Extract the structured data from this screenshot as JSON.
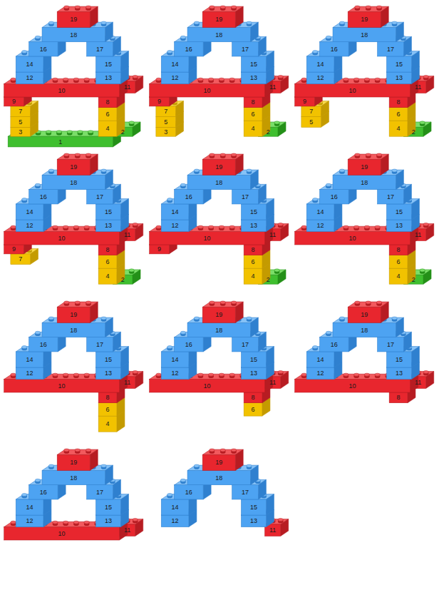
{
  "diagram": {
    "labels": [
      "19",
      "18",
      "16",
      "17",
      "14",
      "15",
      "12",
      "13",
      "10",
      "11",
      "9",
      "8",
      "7",
      "6",
      "5",
      "4",
      "3",
      "2",
      "1",
      "19",
      "18",
      "16",
      "17",
      "14",
      "15",
      "12",
      "13",
      "10",
      "11",
      "9",
      "8",
      "7",
      "6",
      "5",
      "4",
      "3",
      "2",
      "19",
      "18",
      "16",
      "17",
      "14",
      "15",
      "12",
      "13",
      "10",
      "11",
      "9",
      "8",
      "7",
      "6",
      "5",
      "4",
      "2",
      "19",
      "18",
      "16",
      "17",
      "14",
      "15",
      "12",
      "13",
      "10",
      "11",
      "9",
      "8",
      "7",
      "6",
      "4",
      "2",
      "19",
      "18",
      "16",
      "17",
      "14",
      "15",
      "12",
      "13",
      "10",
      "11",
      "9",
      "8",
      "6",
      "4",
      "2",
      "19",
      "18",
      "16",
      "17",
      "14",
      "15",
      "12",
      "13",
      "10",
      "11",
      "8",
      "6",
      "4",
      "2",
      "19",
      "18",
      "16",
      "17",
      "14",
      "15",
      "12",
      "13",
      "10",
      "11",
      "8",
      "6",
      "4",
      "19",
      "18",
      "16",
      "17",
      "14",
      "15",
      "12",
      "13",
      "10",
      "11",
      "8",
      "6",
      "19",
      "18",
      "16",
      "17",
      "14",
      "15",
      "12",
      "13",
      "10",
      "11",
      "8",
      "19",
      "18",
      "16",
      "17",
      "14",
      "15",
      "12",
      "13",
      "10",
      "11",
      "19",
      "18",
      "16",
      "17",
      "14",
      "15",
      "12",
      "13",
      "11"
    ]
  }
}
